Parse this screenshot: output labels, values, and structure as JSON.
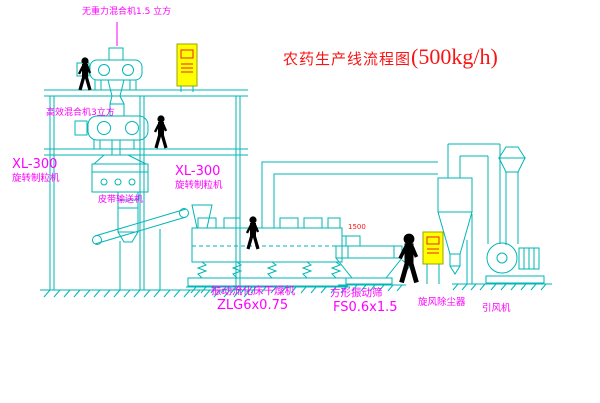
{
  "title": {
    "prefix": "农药生产线流程图",
    "capacity": "(500kg/h)"
  },
  "labels": {
    "top_mixer": "无重力混合机1.5 立方",
    "mid_mixer": "高效混合机3立方",
    "granulator_left": {
      "model": "XL-300",
      "name": "旋转制粒机"
    },
    "granulator_right": {
      "model": "XL-300",
      "name": "旋转制粒机"
    },
    "belt_conveyor": "皮带输送机",
    "dryer": {
      "name": "振动流化床干燥机",
      "model": "ZLG6x0.75"
    },
    "sieve": {
      "name": "方形振动筛",
      "model": "FS0.6x1.5",
      "dim": "1500"
    },
    "cyclone": "旋风除尘器",
    "fan": "引风机"
  },
  "colors": {
    "line": "#00b6b6",
    "label": "#ff00ff",
    "title": "#f81414",
    "cabinet_fill": "#ffff00",
    "figure": "#000000",
    "background": "#ffffff"
  }
}
